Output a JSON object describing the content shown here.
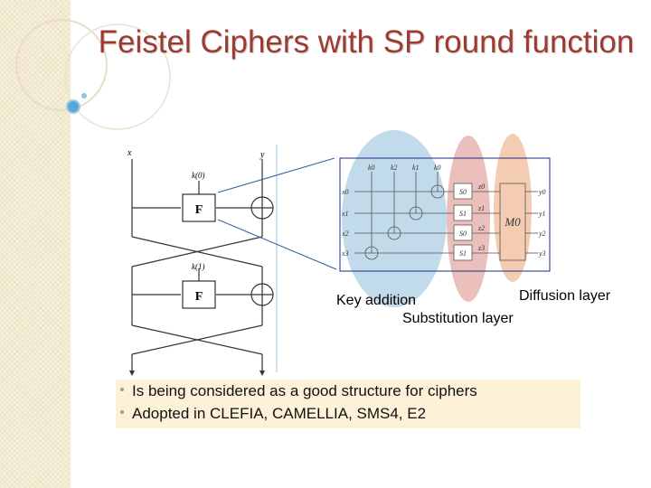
{
  "slide": {
    "title": "Feistel Ciphers with SP round function"
  },
  "feistel": {
    "left_input": "x",
    "right_input": "y",
    "f_label_1": "F",
    "f_label_2": "F",
    "key_1": "k(0)",
    "key_2": "k(1)"
  },
  "sp_detail": {
    "keys": [
      "k0",
      "k2",
      "k1",
      "k0"
    ],
    "inputs": [
      "x0",
      "x1",
      "x2",
      "x3"
    ],
    "sboxes": [
      "S0",
      "S1",
      "S0",
      "S1"
    ],
    "mid": [
      "z0",
      "z1",
      "z2",
      "z3"
    ],
    "mix": "M0",
    "outputs": [
      "y0",
      "y1",
      "y2",
      "y3"
    ]
  },
  "labels": {
    "key_addition": "Key addition",
    "substitution": "Substitution layer",
    "diffusion": "Diffusion layer"
  },
  "bullets": [
    "Is being considered as a good structure for ciphers",
    "Adopted in CLEFIA, CAMELLIA, SMS4, E2"
  ],
  "colors": {
    "title": "#9c3b32",
    "key_region": "#b7d5e6",
    "sub_region": "#e8b5b0",
    "diff_region": "#f2c3a3",
    "box_border": "#1a2b8a",
    "bullet_bg": "#fdf1d7"
  }
}
